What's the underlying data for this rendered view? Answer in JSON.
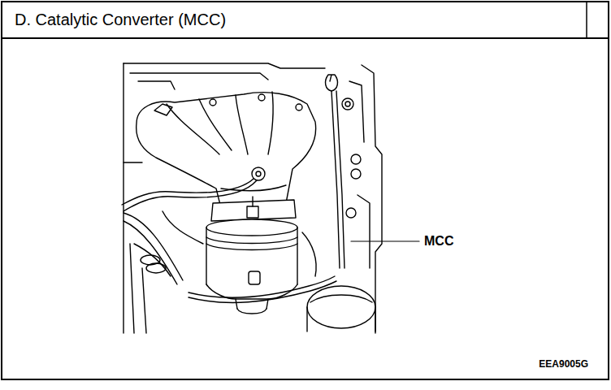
{
  "diagram": {
    "title": "D. Catalytic Converter (MCC)",
    "labels": [
      "MCC",
      "EEA9005G"
    ]
  }
}
